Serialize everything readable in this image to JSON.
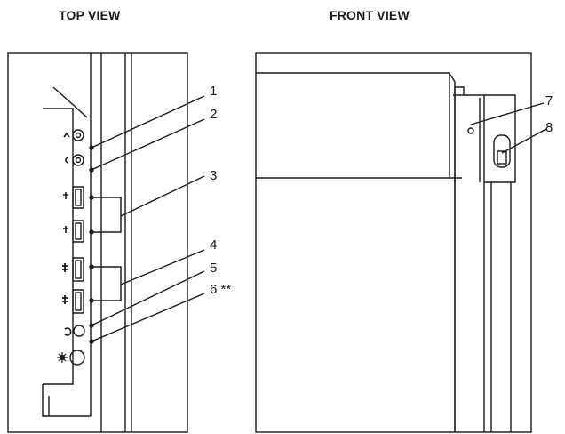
{
  "views": {
    "top": {
      "title": "TOP VIEW"
    },
    "front": {
      "title": "FRONT VIEW"
    }
  },
  "callouts": [
    {
      "id": "1",
      "label": "1"
    },
    {
      "id": "2",
      "label": "2"
    },
    {
      "id": "3",
      "label": "3"
    },
    {
      "id": "4",
      "label": "4"
    },
    {
      "id": "5",
      "label": "5"
    },
    {
      "id": "6",
      "label": "6 **"
    },
    {
      "id": "7",
      "label": "7"
    },
    {
      "id": "8",
      "label": "8"
    }
  ],
  "icons": {
    "port1": "headphone-icon",
    "port2": "microphone-icon",
    "port3": "usb-icon",
    "port4": "usb-3-icon",
    "port5": "power-icon",
    "port6": "brightness-icon",
    "front7": "indicator-led-icon",
    "front8": "card-reader-slot-icon"
  },
  "colors": {
    "line": "#1a1a1a",
    "background": "#ffffff"
  }
}
